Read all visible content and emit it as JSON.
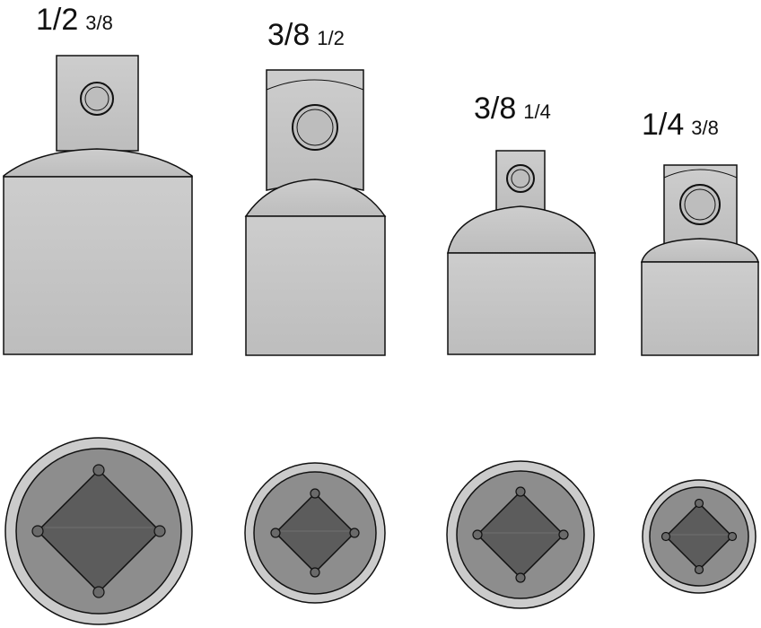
{
  "adapters": [
    {
      "female": "1/2",
      "male": "3/8"
    },
    {
      "female": "3/8",
      "male": "1/2"
    },
    {
      "female": "3/8",
      "male": "1/4"
    },
    {
      "female": "1/4",
      "male": "3/8"
    }
  ],
  "colors": {
    "body": "#c7c7c7",
    "body_dark": "#b3b3b3",
    "outline": "#111111",
    "socket_ring": "#c9c9c9",
    "socket_inner": "#8a8a8a",
    "socket_square": "#5a5a5a"
  }
}
